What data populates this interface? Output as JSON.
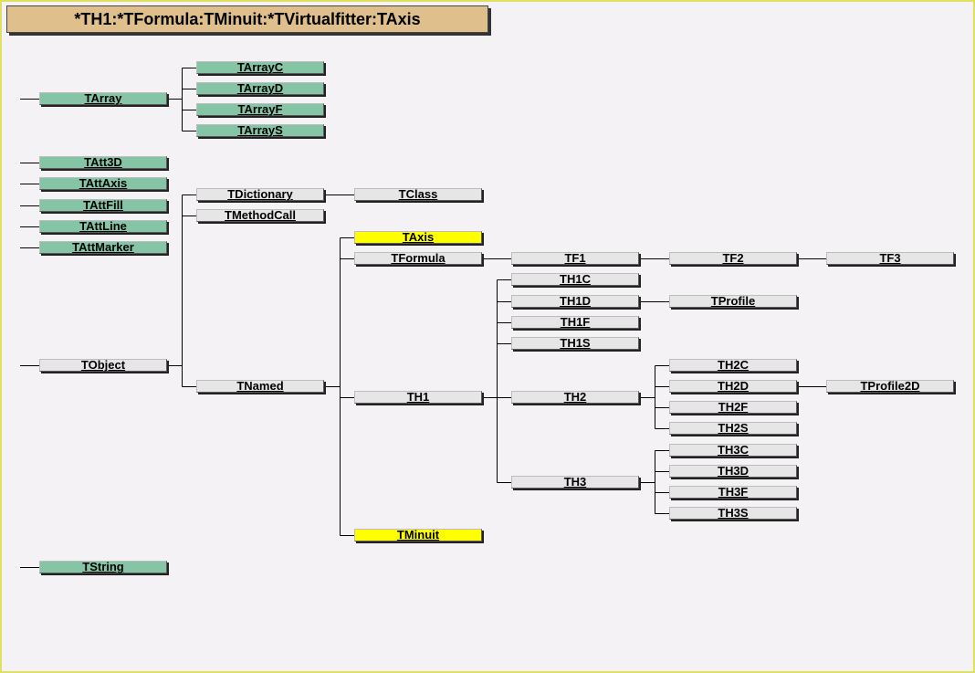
{
  "title": "*TH1:*TFormula:TMinuit:*TVirtualfitter:TAxis",
  "colors": {
    "base_class": "#86c4a6",
    "class": "#e6e6e6",
    "highlighted": "#ffff00",
    "title_bg": "#dfbf8c",
    "background": "#f5f2f5",
    "frame": "#e0e060",
    "connector": "#000000"
  },
  "nodes": {
    "tarray": "TArray",
    "tarrayc": "TArrayC",
    "tarrayd": "TArrayD",
    "tarrayf": "TArrayF",
    "tarrays": "TArrayS",
    "tatt3d": "TAtt3D",
    "tattaxis": "TAttAxis",
    "tattfill": "TAttFill",
    "tattline": "TAttLine",
    "tattmarker": "TAttMarker",
    "tobject": "TObject",
    "tdictionary": "TDictionary",
    "tclass": "TClass",
    "tmethodcall": "TMethodCall",
    "tnamed": "TNamed",
    "taxis": "TAxis",
    "tformula": "TFormula",
    "tf1": "TF1",
    "tf2": "TF2",
    "tf3": "TF3",
    "th1": "TH1",
    "th1c": "TH1C",
    "th1d": "TH1D",
    "tprofile": "TProfile",
    "th1f": "TH1F",
    "th1s": "TH1S",
    "th2": "TH2",
    "th2c": "TH2C",
    "th2d": "TH2D",
    "tprofile2d": "TProfile2D",
    "th2f": "TH2F",
    "th2s": "TH2S",
    "th3": "TH3",
    "th3c": "TH3C",
    "th3d": "TH3D",
    "th3f": "TH3F",
    "th3s": "TH3S",
    "tminuit": "TMinuit",
    "tstring": "TString"
  }
}
